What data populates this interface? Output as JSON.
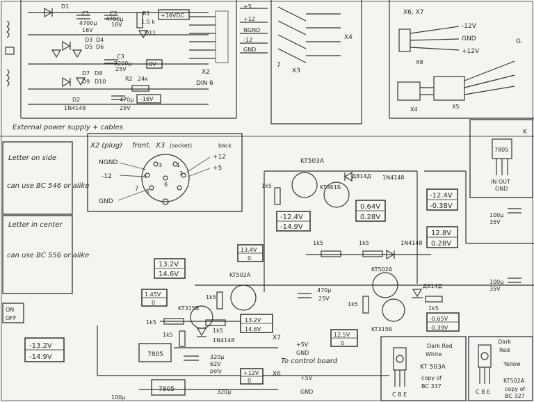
{
  "power_supply": {
    "parts": {
      "d1": "D1",
      "c1": "C1",
      "c2": "C2",
      "r1": "R1",
      "r1_val": "1.5 k",
      "d2": "D2",
      "d3": "D3",
      "d4": "D4",
      "d5": "D5",
      "d6": "D6",
      "d7": "D7",
      "d8": "D8",
      "d9": "D9",
      "d10": "D10",
      "d11": "D11",
      "c3": "C3",
      "c3_val": "2200μ",
      "c3_v": "25V",
      "c4_val": "470μ",
      "c4_v": "25V",
      "c1_val": "4700μ",
      "c1_v": "16V",
      "c2_val": "4700μ",
      "c2_v": "16V",
      "r2": "R2",
      "r2_val": "24к",
      "diode_type": "1N4148"
    },
    "out_plus16": "+16VDC",
    "out_0v": "0V",
    "out_minus16": "-16V",
    "connector": "X2",
    "connector_type": "DIN 6",
    "caption": "External power supply + cables"
  },
  "x3_block": {
    "pins": [
      "+5",
      "+12",
      "NGND",
      "-12",
      "GND"
    ],
    "pin7": "7",
    "x3": "X3",
    "x4": "X4"
  },
  "top_right": {
    "title": "X6, X7",
    "pins": [
      "-12V",
      "GND",
      "+12V"
    ],
    "x8": "X8",
    "x4": "X4",
    "x5": "X5",
    "g": "G."
  },
  "din_box": {
    "title_plug": "X2 (plug)",
    "title_front": "front,",
    "title_x3": "X3",
    "title_socket": "(socket)",
    "title_back": "back",
    "pins": {
      "p1": "1",
      "p2": "2",
      "p3": "3",
      "p4": "4",
      "p5": "5",
      "p6": "6",
      "p7": "7"
    },
    "left_labels": [
      "NGND",
      "-12",
      "GND"
    ],
    "right_labels": [
      "+12",
      "+5"
    ]
  },
  "left_notes": {
    "note1_title": "Letter on side",
    "note1_body": "can use BC 546 or alike",
    "note2_title": "Letter in center",
    "note2_body": "can use BC 556 or alike",
    "on": "ON",
    "off": "OFF"
  },
  "circuit": {
    "kt503a_top": "KT503A",
    "kt361b": "KT361Б",
    "d814d_top": "Д814Д",
    "r_1k5": "1k5",
    "r_1k5_b": "1k5",
    "r_1k5_c": "1k5",
    "r_1k5_d": "1k5",
    "r_1k5_e": "1k5",
    "r_1k5_f": "1k5",
    "r_1k5_g": "1k5",
    "r_1k5_h": "1k5",
    "diode_1n4148": "1N4148",
    "diode_1n4148_b": "1N4148",
    "kt502a_mid": "KT502A",
    "kt502a_left": "KT502A",
    "kt315b": "KT315B",
    "kt315b_b": "KT315Б",
    "d814d_mid": "Д814Д",
    "cap_470": "470μ",
    "cap_470_v": "25V",
    "cap_320": "320μ",
    "cap_320_v": "62V",
    "cap_320_t": "poly",
    "cap_100a": "100μ",
    "cap_100a_v": "35V",
    "cap_100b": "100μ",
    "cap_100b_v": "35V",
    "reg1": "7805",
    "reg2": "7805",
    "x7": "X7",
    "x6": "X6",
    "to_control": "To control board",
    "plus5v": "+5V",
    "gnd": "GND",
    "plus5v_b": "+5V",
    "gnd_b": "GND",
    "bottom_cut": "100μ",
    "bottom_cut2": "320μ"
  },
  "voltage_boxes": {
    "b1": [
      "-12.4V",
      "-14.9V"
    ],
    "b2": [
      "0.64V",
      "0.28V"
    ],
    "b3": [
      "-12.4V",
      "-0.38V"
    ],
    "b4": [
      "12.8V",
      "0.28V"
    ],
    "b5": [
      "13.4V",
      "0"
    ],
    "b6": [
      "13.2V",
      "14.6V"
    ],
    "b7": [
      "1.45V",
      "0"
    ],
    "b8": [
      "13.2V",
      "14.6V"
    ],
    "b9": [
      "-0.65V",
      "-0.39V"
    ],
    "b10": [
      "12.5V",
      "0"
    ],
    "b11": [
      "-13.2V",
      "-14.9V"
    ],
    "b12": [
      "+12V",
      "0"
    ]
  },
  "right_block": {
    "label_k": "K",
    "reg": "7805",
    "in_out": "IN OUT",
    "gnd": "GND"
  },
  "pinouts": {
    "left_title": "Dark Red",
    "left_sub": "White",
    "left_part": "KT 503A",
    "left_copy": "copy of",
    "left_bc": "BC 337",
    "left_cbe": "C B E",
    "right_title": "Dark",
    "right_title2": "Red",
    "right_sub": "Yellow",
    "right_part": "KT502A",
    "right_copy": "copy of",
    "right_bc": "BC 327",
    "right_cbe": "C B E"
  }
}
